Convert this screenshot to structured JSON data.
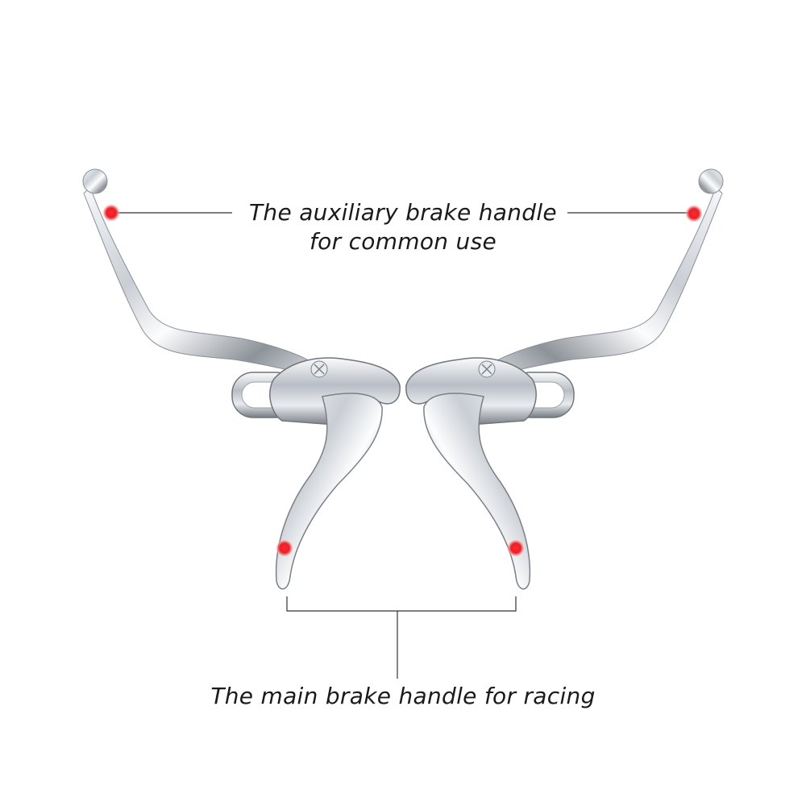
{
  "labels": {
    "auxiliary_line1": "The auxiliary brake handle",
    "auxiliary_line2": "for common use",
    "main": "The main brake handle for racing"
  },
  "colors": {
    "background": "#ffffff",
    "marker": "#e8202a",
    "leader_line": "#333333",
    "chrome_light": "#f4f6f8",
    "chrome_mid": "#c3c8ce",
    "chrome_dark": "#6f757c"
  },
  "icons": {
    "marker": "red-dot-marker",
    "product": "bicycle-brake-lever-pair"
  }
}
